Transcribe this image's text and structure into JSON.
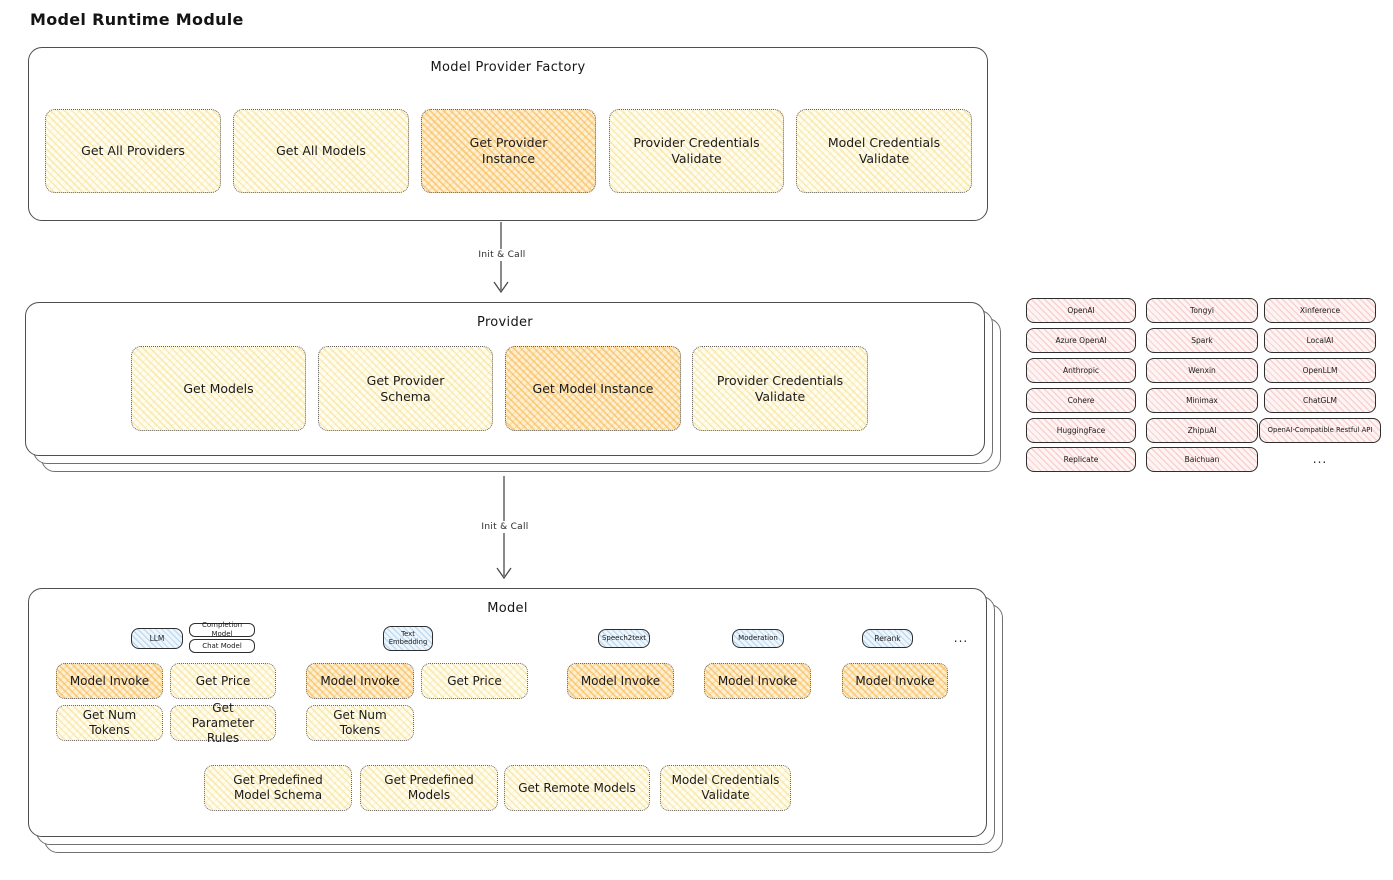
{
  "page": {
    "title": "Model Runtime Module"
  },
  "labels": {
    "init_call": "Init & Call",
    "more": "..."
  },
  "colors": {
    "yellow_fill": "#fff9db",
    "orange_fill": "#ffd8a8",
    "pink_fill": "#ffe3e3",
    "blue_fill": "#d0ebff",
    "frame_border": "#4f4f4f"
  },
  "factory": {
    "title": "Model Provider Factory",
    "methods": [
      {
        "label": "Get All Providers",
        "variant": "yellow"
      },
      {
        "label": "Get All Models",
        "variant": "yellow"
      },
      {
        "label": "Get Provider Instance",
        "variant": "orange"
      },
      {
        "label": "Provider Credentials Validate",
        "variant": "yellow"
      },
      {
        "label": "Model Credentials Validate",
        "variant": "yellow"
      }
    ]
  },
  "provider": {
    "title": "Provider",
    "methods": [
      {
        "label": "Get Models",
        "variant": "yellow"
      },
      {
        "label": "Get Provider Schema",
        "variant": "yellow"
      },
      {
        "label": "Get Model Instance",
        "variant": "orange"
      },
      {
        "label": "Provider Credentials Validate",
        "variant": "yellow"
      }
    ]
  },
  "vendors": {
    "items": [
      "OpenAI",
      "Tongyi",
      "Xinference",
      "Azure OpenAI",
      "Spark",
      "LocalAI",
      "Anthropic",
      "Wenxin",
      "OpenLLM",
      "Cohere",
      "Minimax",
      "ChatGLM",
      "HuggingFace",
      "ZhipuAI",
      "OpenAI-Compatible Restful API",
      "Replicate",
      "Baichuan"
    ],
    "more": "..."
  },
  "model": {
    "title": "Model",
    "more": "...",
    "types": [
      {
        "label": "LLM"
      },
      {
        "label": "Completion Model"
      },
      {
        "label": "Chat Model"
      },
      {
        "label": "Text Embedding"
      },
      {
        "label": "Speech2text"
      },
      {
        "label": "Moderation"
      },
      {
        "label": "Rerank"
      }
    ],
    "methods": {
      "model_invoke": "Model Invoke",
      "get_price": "Get Price",
      "get_num_tokens": "Get Num Tokens",
      "get_parameter_rules": "Get Parameter Rules",
      "get_predefined_model_schema": "Get Predefined Model Schema",
      "get_predefined_models": "Get Predefined Models",
      "get_remote_models": "Get Remote Models",
      "model_credentials_validate": "Model Credentials Validate"
    }
  }
}
